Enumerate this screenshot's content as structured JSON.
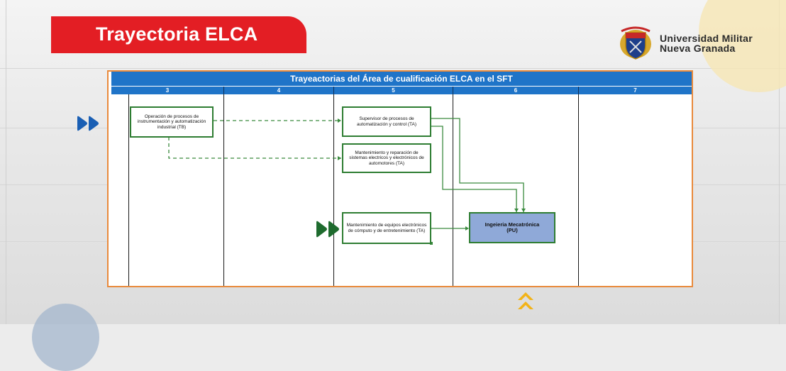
{
  "slide": {
    "title": "Trayectoria ELCA"
  },
  "logo": {
    "line1": "Universidad Militar",
    "line2": "Nueva Granada",
    "icon": "university-shield-icon"
  },
  "diagram": {
    "header": "Trayeactorias del Área de cualificación  ELCA en el  SFT",
    "columns": [
      "3",
      "4",
      "5",
      "6",
      "7"
    ],
    "boxes": {
      "operacion": "Operación de procesos de instrumentación y automatización industrial (TB)",
      "supervisor": "Supervisor de procesos de automatización y control (TA)",
      "mantenimiento_sistemas": "Mantenimiento y reparación de sistemas electricos y electrónicos de automotores (TA)",
      "mantenimiento_equipos": "Mantenimiento de equipos electrónicos de cómputo y de entretenimiento (TA)",
      "ingenieria_line1": "Ingeieria Mecatrónica",
      "ingenieria_line2": "(PU)"
    }
  },
  "colors": {
    "title_red": "#e31e24",
    "header_blue": "#1f74c8",
    "box_green": "#2e7d32",
    "target_blue": "#8fa9d8",
    "frame_orange": "#e98a3c",
    "icon_blue": "#1a5fb4",
    "icon_green": "#1e6b2e",
    "chevron_yellow": "#f2b318"
  },
  "icons": [
    "double-play-icon",
    "chevron-up-icon"
  ]
}
